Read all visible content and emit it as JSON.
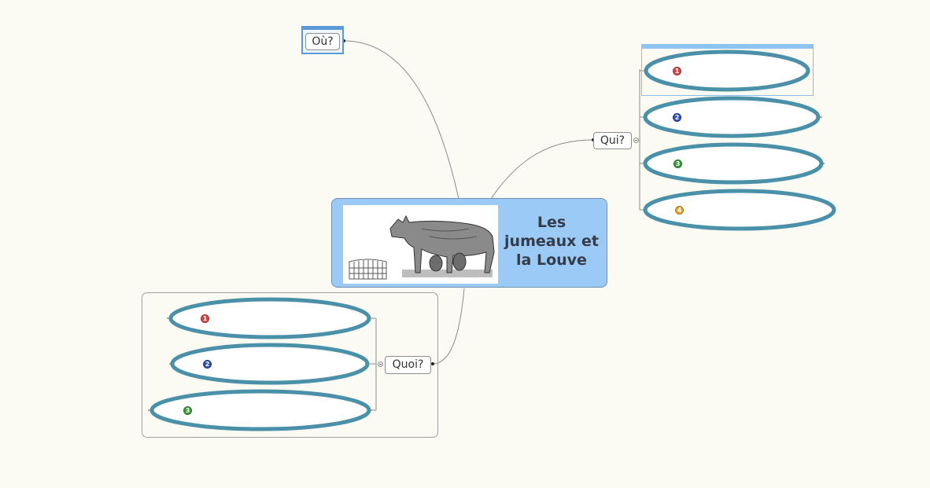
{
  "central": {
    "title": "Les jumeaux et la Louve",
    "image": "she-wolf-statue-image"
  },
  "branches": {
    "ou": {
      "label": "Où?"
    },
    "qui": {
      "label": "Qui?",
      "items": [
        "1",
        "2",
        "3",
        "4"
      ]
    },
    "quoi": {
      "label": "Quoi?",
      "items": [
        "1",
        "2",
        "3"
      ]
    }
  },
  "colors": {
    "background": "#fbfbf4",
    "central_fill": "#9ccaf7",
    "ellipse_stroke": "#4a90a8",
    "selection": "#5b9ad8",
    "badge_1": "#d64545",
    "badge_2": "#2f4fb3",
    "badge_3": "#3a9a3a",
    "badge_4": "#e3a52b"
  }
}
